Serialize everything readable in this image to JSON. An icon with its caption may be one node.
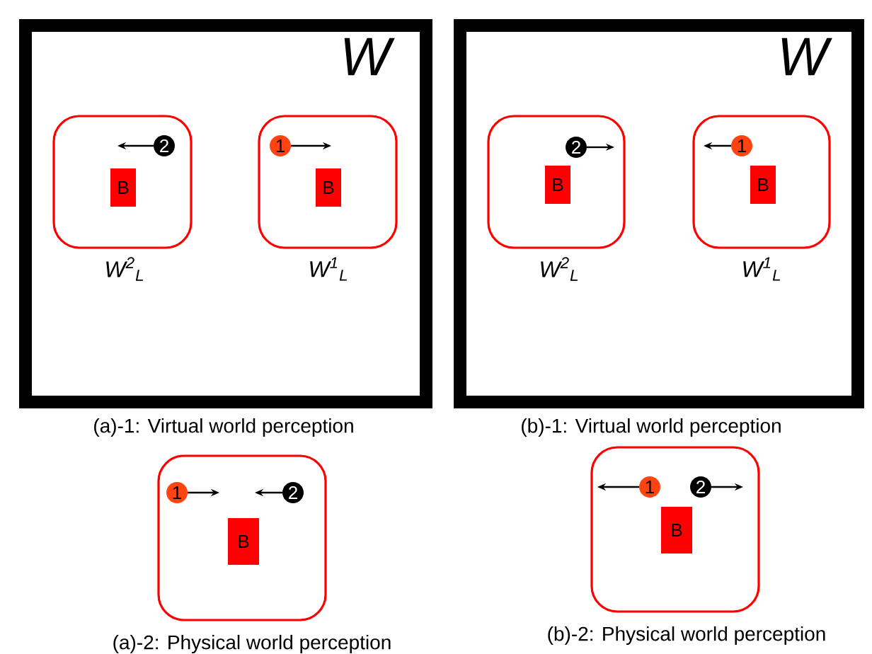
{
  "diagram": {
    "nodes": [
      {
        "text": [
          "W"
        ],
        "beside": [
          "(a)-1: Virtual world perception"
        ]
      },
      {
        "text": [],
        "shape": "box",
        "in": 0,
        "beside": [
          "W$^{2}$$_{L}$"
        ]
      },
      {
        "text": [
          "2"
        ],
        "in": 1
      },
      {
        "text": [
          "B"
        ],
        "in": 1
      },
      {
        "text": [],
        "shape": "box",
        "in": 0,
        "beside": [
          "W$^{1}$$_{L}$"
        ]
      },
      {
        "text": [
          "1"
        ],
        "in": 4
      },
      {
        "text": [
          "B"
        ],
        "in": 4
      },
      {
        "text": [
          "W"
        ],
        "beside": [
          "(b)-1: Virtual world perception"
        ]
      },
      {
        "text": [],
        "shape": "box",
        "in": 7,
        "beside": [
          "W$^{2}$$_{L}$"
        ]
      },
      {
        "text": [
          "2"
        ],
        "in": 8
      },
      {
        "text": [
          "B"
        ],
        "in": 8
      },
      {
        "text": [],
        "shape": "box",
        "in": 7,
        "beside": [
          "W$^{1}$$_{L}$"
        ]
      },
      {
        "text": [
          "1"
        ],
        "in": 11
      },
      {
        "text": [
          "B"
        ],
        "in": 11
      },
      {
        "text": [],
        "shape": "box",
        "beside": [
          "(a)-2: Physical world perception"
        ]
      },
      {
        "text": [
          "1"
        ],
        "in": 14
      },
      {
        "text": [
          "2"
        ],
        "in": 14
      },
      {
        "text": [
          "B"
        ],
        "in": 14
      },
      {
        "text": [],
        "shape": "box",
        "beside": [
          "(b)-2: Physical world perception"
        ]
      },
      {
        "text": [
          "1"
        ],
        "in": 18
      },
      {
        "text": [
          "2"
        ],
        "in": 18
      },
      {
        "text": [
          "B"
        ],
        "in": 18
      }
    ],
    "edges": [
      {
        "from": 2,
        "to": null,
        "arrow": "to"
      },
      {
        "from": 5,
        "to": null,
        "arrow": "to"
      },
      {
        "from": 9,
        "to": null,
        "arrow": "to"
      },
      {
        "from": 12,
        "to": null,
        "arrow": "to"
      },
      {
        "from": 15,
        "to": null,
        "arrow": "to"
      },
      {
        "from": 16,
        "to": null,
        "arrow": "to"
      },
      {
        "from": 19,
        "to": null,
        "arrow": "to"
      },
      {
        "from": 20,
        "to": null,
        "arrow": "to"
      }
    ]
  }
}
